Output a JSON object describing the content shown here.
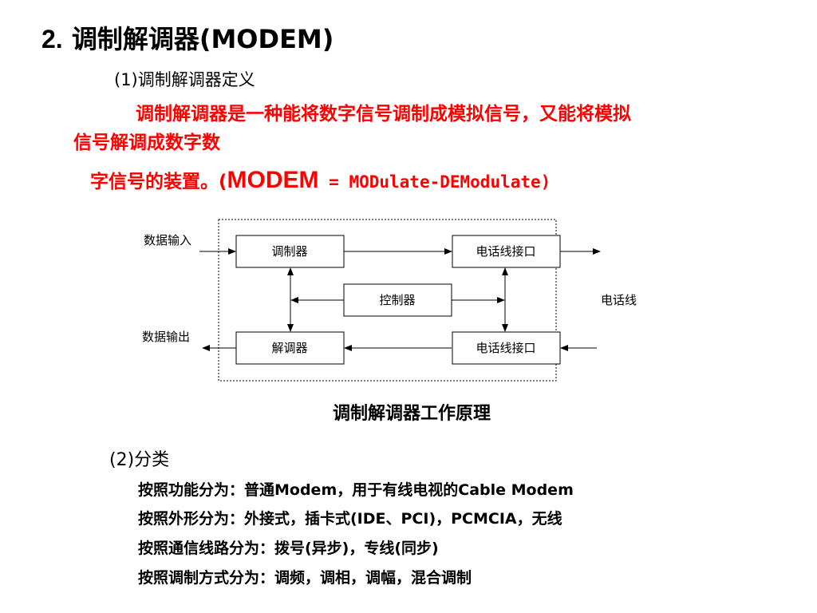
{
  "slide": {
    "title_number": "2.",
    "title_text": "调制解调器(MODEM)",
    "section1": "(1)调制解调器定义",
    "definition": {
      "line1": "调制解调器是一种能将数字信号调制成模拟信号，又能将模拟",
      "line2": "信号解调成数字数",
      "line3_prefix": "字信号的装置。(",
      "line3_modem": "MODEM",
      "line3_expansion": " = MODulate-DEModulate)"
    },
    "diagram": {
      "data_in": "数据输入",
      "data_out": "数据输出",
      "modulator": "调制器",
      "demodulator": "解调器",
      "controller": "控制器",
      "phone_interface_top": "电话线接口",
      "phone_interface_bottom": "电话线接口",
      "phone_line": "电话线"
    },
    "caption": "调制解调器工作原理",
    "section2": "(2)分类",
    "items": [
      "按照功能分为：普通Modem，用于有线电视的Cable Modem",
      "按照外形分为：外接式，插卡式(IDE、PCI)，PCMCIA，无线",
      "按照通信线路分为：拨号(异步)，专线(同步)",
      "按照调制方式分为：调频，调相，调幅，混合调制"
    ],
    "colors": {
      "text": "#000000",
      "highlight": "#ff0000"
    }
  }
}
